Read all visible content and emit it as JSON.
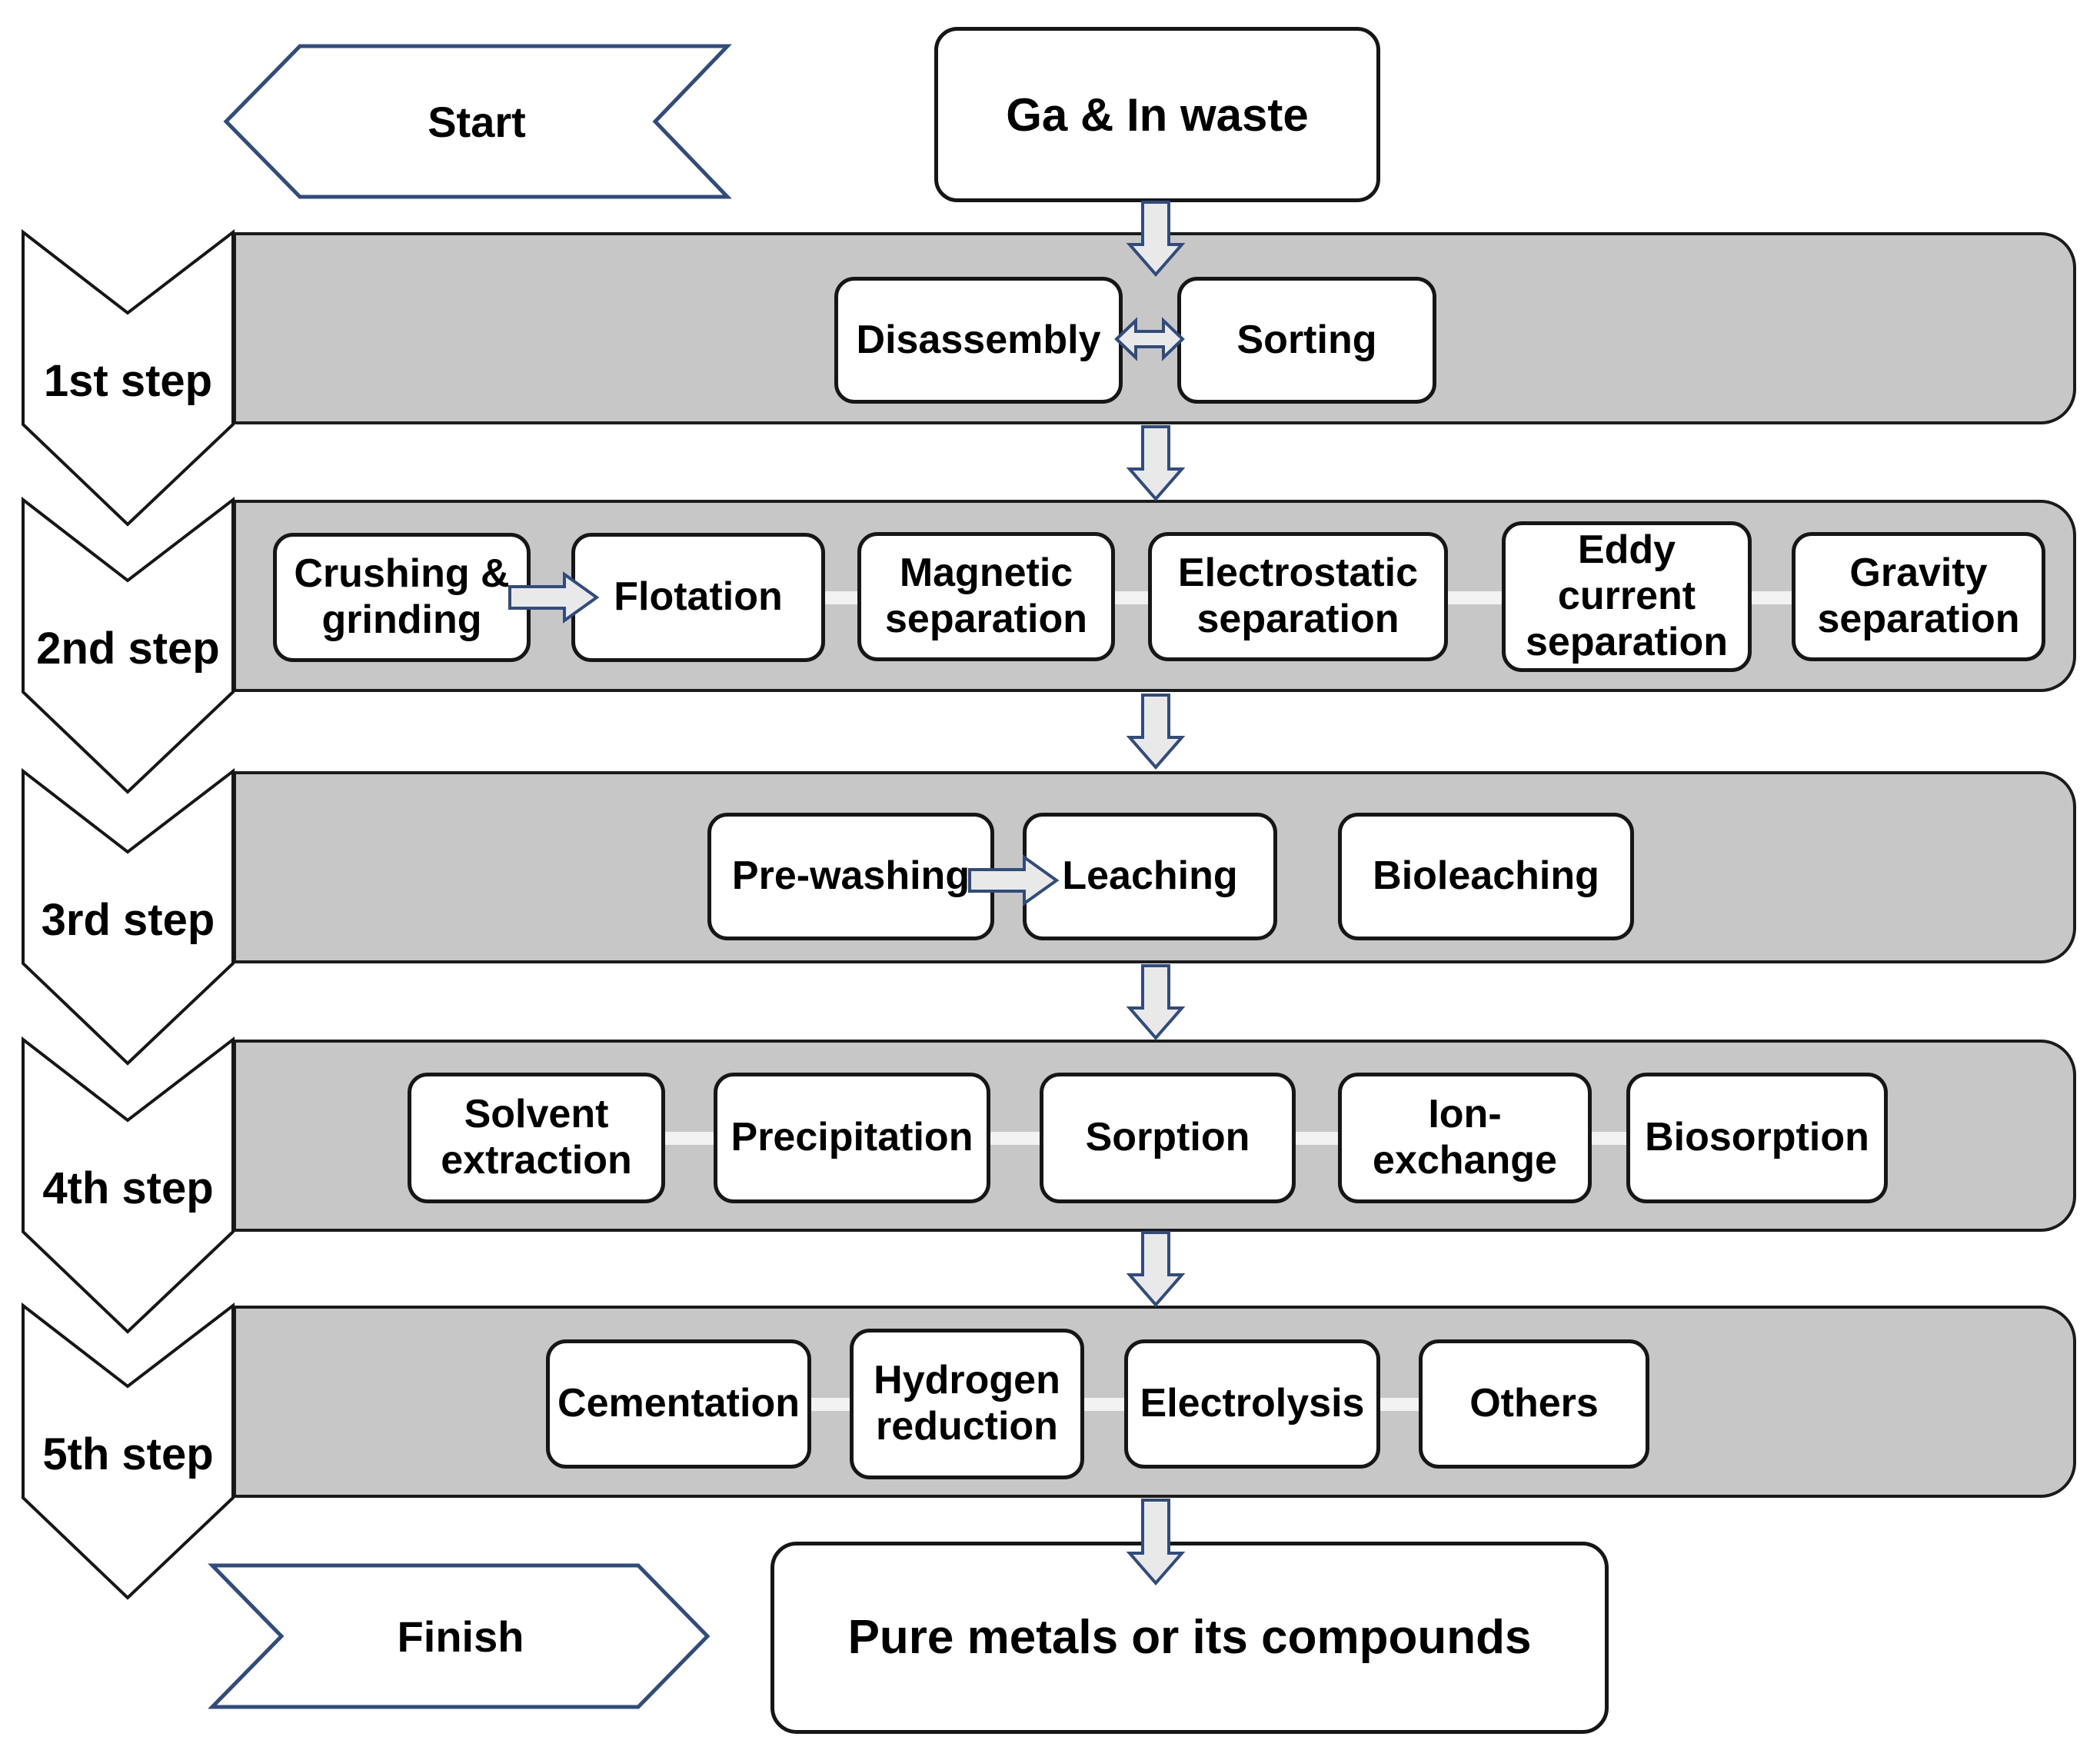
{
  "start": {
    "label": "Start"
  },
  "finish": {
    "label": "Finish"
  },
  "input_box": {
    "label": "Ga & In waste"
  },
  "output_box": {
    "label": "Pure metals or its compounds"
  },
  "steps": [
    {
      "label": "1st step",
      "boxes": [
        "Disassembly",
        "Sorting"
      ]
    },
    {
      "label": "2nd step",
      "boxes": [
        "Crushing & grinding",
        "Flotation",
        "Magnetic separation",
        "Electrostatic separation",
        "Eddy current separation",
        "Gravity separation"
      ]
    },
    {
      "label": "3rd step",
      "boxes": [
        "Pre-washing",
        "Leaching",
        "Bioleaching"
      ]
    },
    {
      "label": "4th step",
      "boxes": [
        "Solvent extraction",
        "Precipitation",
        "Sorption",
        "Ion-exchange",
        "Biosorption"
      ]
    },
    {
      "label": "5th step",
      "boxes": [
        "Cementation",
        "Hydrogen reduction",
        "Electrolysis",
        "Others"
      ]
    }
  ],
  "colors": {
    "band_fill": "#c7c7c7",
    "band_border": "#1b1b1b",
    "box_border": "#161616",
    "navy_outline": "#2f4c7c",
    "arrow_fill": "#e9e9e9",
    "connector": "#f2f2f2"
  }
}
